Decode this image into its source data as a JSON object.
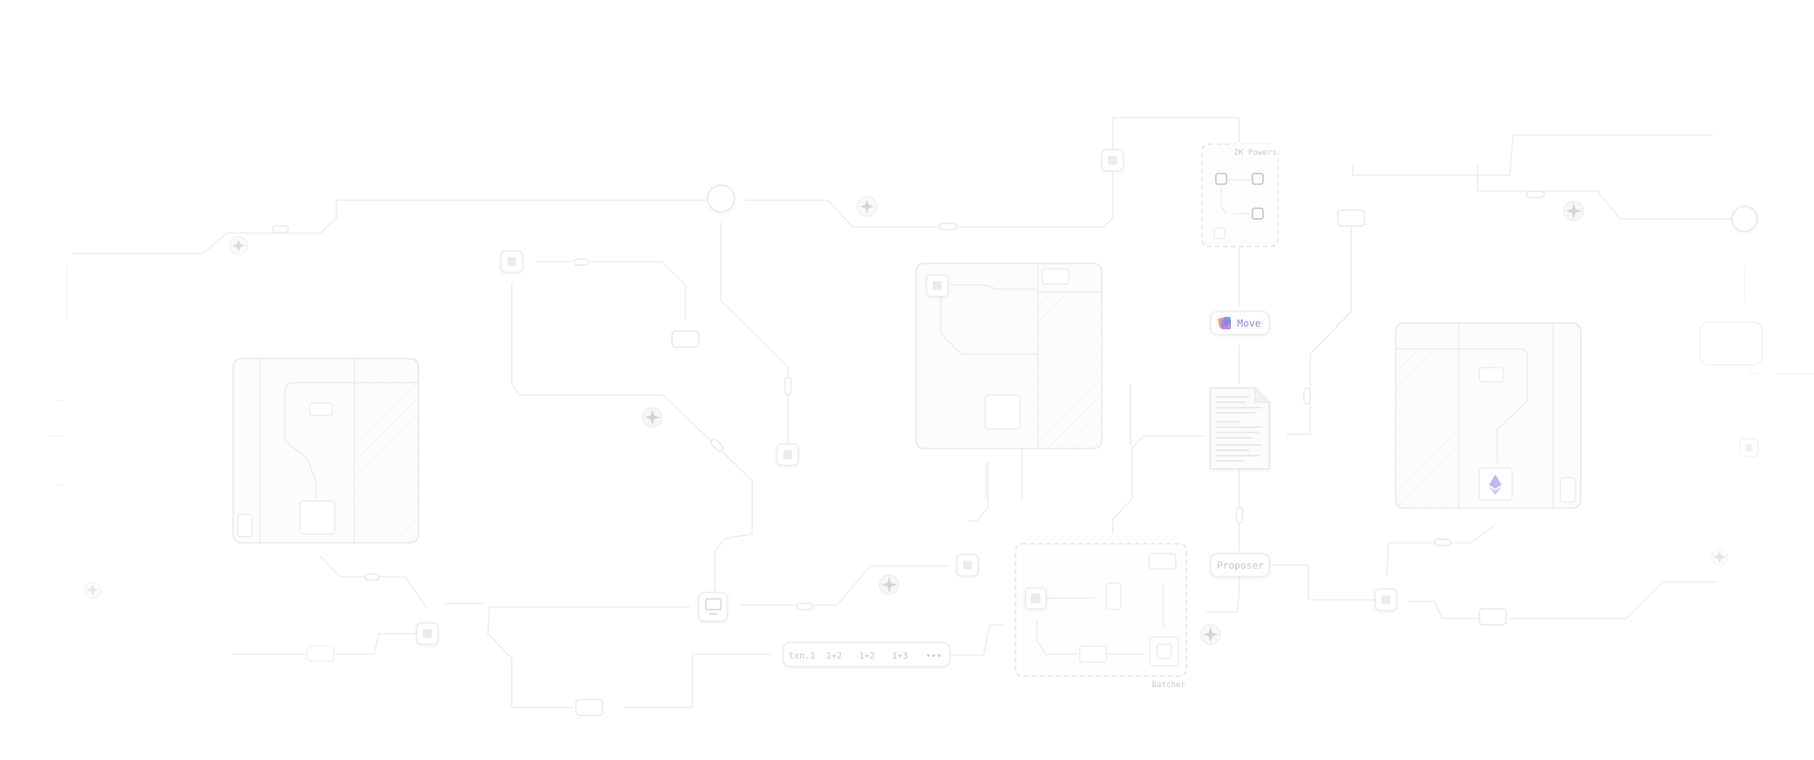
{
  "diagram": {
    "node_labels": {
      "zk_powers": "ZK Powers",
      "move": "Move",
      "proposer": "Proposer",
      "batcher": "Batcher"
    },
    "tx_strip": {
      "items": [
        "txn.1",
        "1+2",
        "1+2",
        "1+3"
      ],
      "more": "•••"
    }
  },
  "colors": {
    "line": "#ececef",
    "box_stroke": "#e6e6ea",
    "box_fill": "#fcfcfd",
    "label": "#c9c9ce",
    "move_accent": "#7b8cf0",
    "move_logo": [
      "#f09a7a",
      "#a77ef0",
      "#6f8df0"
    ],
    "eth_icon": "#b8bcf2"
  },
  "icons": [
    "document-icon",
    "monitor-icon",
    "ethereum-icon",
    "sparkle-icon",
    "move-logo-icon"
  ]
}
